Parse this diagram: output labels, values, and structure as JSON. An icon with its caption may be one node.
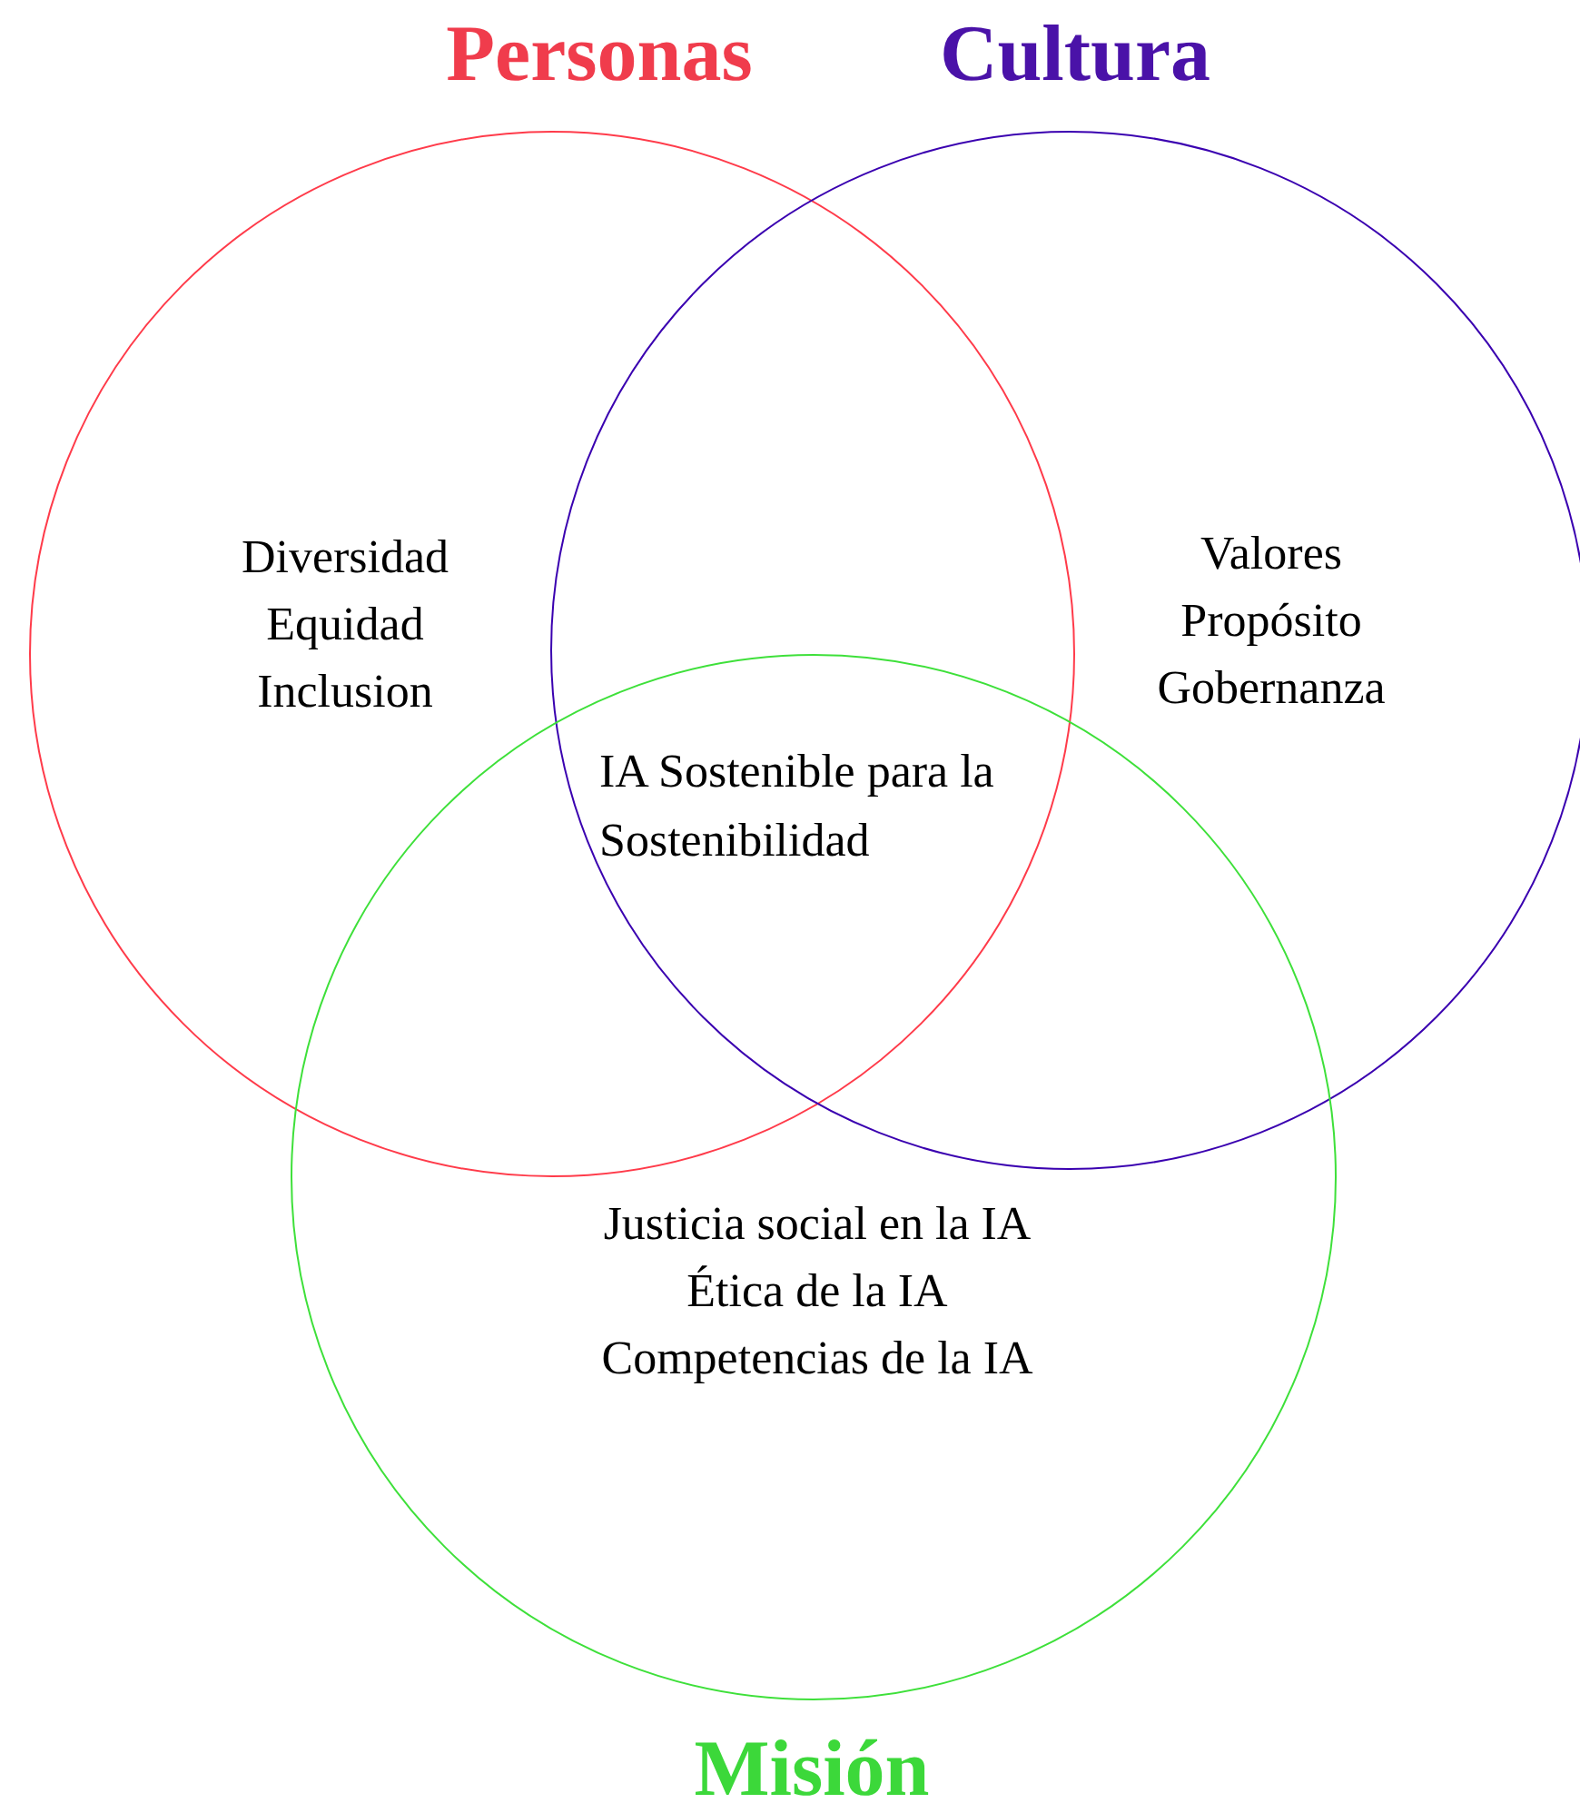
{
  "diagram": {
    "nodes": [
      {
        "text": [
          "Personas",
          "Diversidad",
          "Equidad",
          "Inclusion"
        ]
      },
      {
        "text": [
          "Cultura",
          "Valores",
          "Propósito",
          "Gobernanza"
        ]
      },
      {
        "text": [
          "Misión",
          "Justicia social en la IA",
          "Ética de la IA",
          "Competencias de la IA"
        ]
      }
    ],
    "labels": [
      "IA Sostenible para la Sostenibilidad"
    ]
  }
}
